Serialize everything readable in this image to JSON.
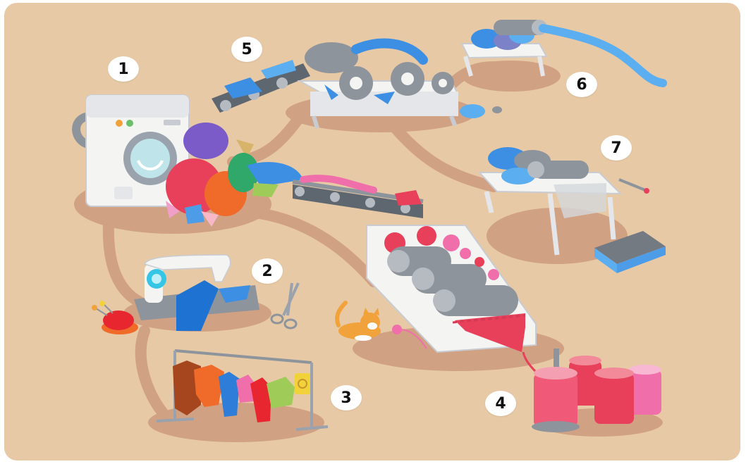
{
  "steps": [
    {
      "number": "1",
      "icon": "washing-machine-icon"
    },
    {
      "number": "2",
      "icon": "sewing-machine-icon"
    },
    {
      "number": "3",
      "icon": "clothes-rack-icon"
    },
    {
      "number": "4",
      "icon": "thread-spools-icon"
    },
    {
      "number": "5",
      "icon": "fiber-shredder-icon"
    },
    {
      "number": "6",
      "icon": "fiber-press-icon"
    },
    {
      "number": "7",
      "icon": "felt-board-press-icon"
    }
  ],
  "colors": {
    "background": "#E7C9A5",
    "path": "#D1A183",
    "machine_white": "#F4F4F2",
    "roller_gray": "#8E949B",
    "fabric_blue": "#3C8FE3",
    "thread_red": "#E8405A",
    "thread_pink": "#F06FAA"
  }
}
